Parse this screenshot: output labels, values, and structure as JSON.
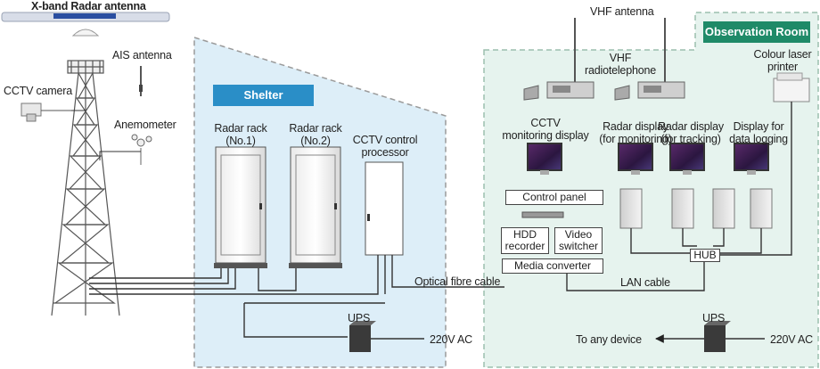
{
  "zones": {
    "shelter_title": "Shelter",
    "observation_title": "Observation Room"
  },
  "tower": {
    "radar_antenna": "X-band Radar antenna",
    "ais_antenna": "AIS antenna",
    "cctv_camera": "CCTV camera",
    "anemometer": "Anemometer"
  },
  "shelter": {
    "radar_rack_1": [
      "Radar rack",
      "(No.1)"
    ],
    "radar_rack_2": [
      "Radar rack",
      "(No.2)"
    ],
    "cctv_processor": [
      "CCTV control",
      "processor"
    ],
    "ups": "UPS",
    "power_in": "220V AC"
  },
  "observation": {
    "vhf_antenna": "VHF antenna",
    "vhf_radio": [
      "VHF",
      "radiotelephone"
    ],
    "printer": [
      "Colour laser",
      "printer"
    ],
    "cctv_display": [
      "CCTV",
      "monitoring display"
    ],
    "radar_display_monitoring": [
      "Radar display",
      "(for monitoring)"
    ],
    "radar_display_tracking": [
      "Radar display",
      "(for tracking)"
    ],
    "logging_display": [
      "Display for",
      "data logging"
    ],
    "control_panel": "Control panel",
    "hdd_recorder": [
      "HDD",
      "recorder"
    ],
    "video_switcher": [
      "Video",
      "switcher"
    ],
    "media_converter": "Media converter",
    "hub": "HUB",
    "lan_cable": "LAN cable",
    "ups": "UPS",
    "power_in": "220V AC",
    "to_any_device": "To any device"
  },
  "links": {
    "optical_fibre": "Optical fibre cable"
  },
  "colors": {
    "shelter_fill": "#ddeef8",
    "shelter_border": "#9a9a9a",
    "observation_fill": "#e6f3ee",
    "observation_border": "#9bbfae",
    "shelter_tag": "#2a8ec7",
    "observation_tag": "#1f8a68"
  }
}
